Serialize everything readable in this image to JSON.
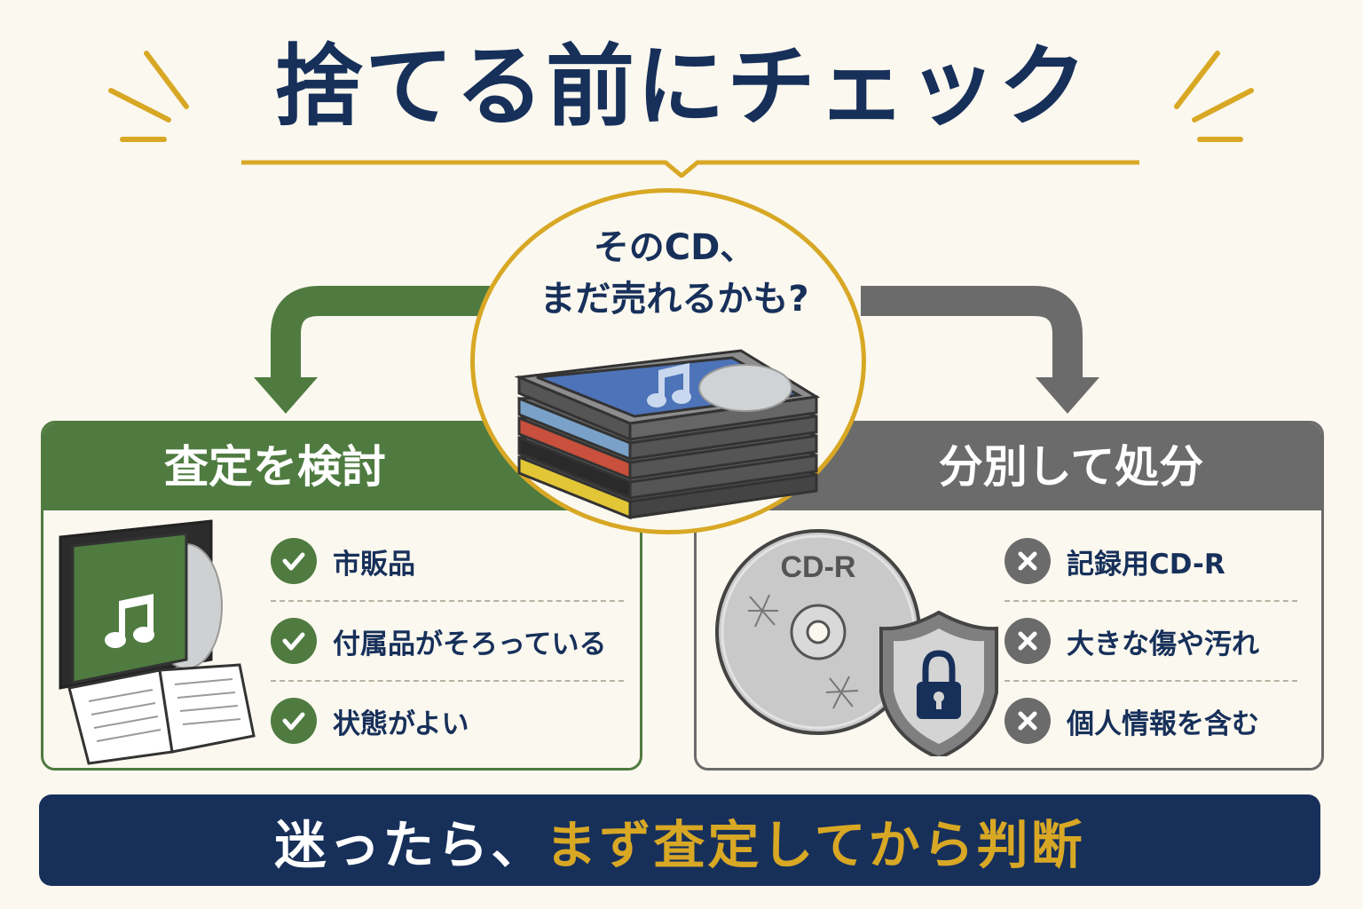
{
  "title": "捨てる前にチェック",
  "bubble": {
    "line1": "そのCD、",
    "line2": "まだ売れるかも?"
  },
  "left_panel": {
    "heading": "査定を検討",
    "items": [
      "市販品",
      "付属品がそろっている",
      "状態がよい"
    ]
  },
  "right_panel": {
    "heading": "分別して処分",
    "disc_label": "CD-R",
    "items": [
      "記録用CD-R",
      "大きな傷や汚れ",
      "個人情報を含む"
    ]
  },
  "bottom": {
    "part1": "迷ったら、",
    "part2": "まず査定してから判断"
  },
  "colors": {
    "navy": "#17305a",
    "gold": "#d8a825",
    "green": "#4f7b40",
    "gray": "#6b6b6b",
    "background": "#fbf8ef"
  },
  "icons": [
    "check-icon",
    "cross-icon",
    "music-note-icon",
    "lock-icon",
    "shield-icon",
    "cd-case-icon",
    "booklet-icon",
    "cd-r-disc-icon"
  ]
}
